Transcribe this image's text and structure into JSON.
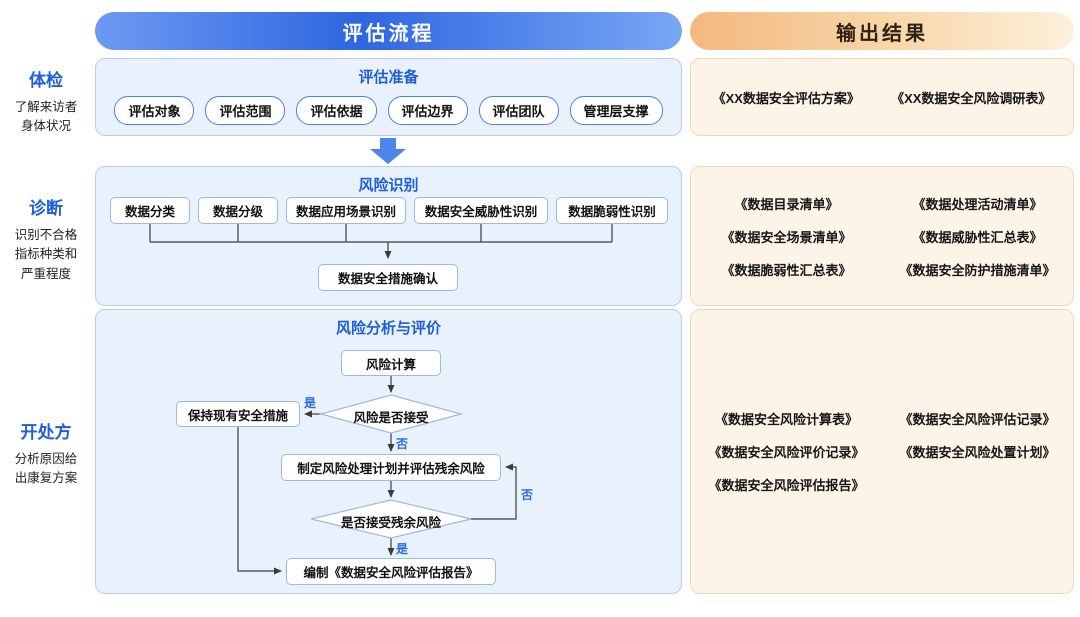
{
  "colors": {
    "accent_blue": "#2e66e0",
    "accent_orange": "#f3b87e",
    "section_blue_bg": "#e9f1fc",
    "section_orange_bg": "#fdf4e8"
  },
  "headers": {
    "process": "评估流程",
    "output": "输出结果"
  },
  "sidebar": {
    "items": [
      {
        "title": "体检",
        "lines": [
          "了解来访者",
          "身体状况"
        ]
      },
      {
        "title": "诊断",
        "lines": [
          "识别不合格",
          "指标种类和",
          "严重程度"
        ]
      },
      {
        "title": "开处方",
        "lines": [
          "分析原因给",
          "出康复方案"
        ]
      }
    ]
  },
  "process": {
    "prepare": {
      "title": "评估准备",
      "pills": [
        "评估对象",
        "评估范围",
        "评估依据",
        "评估边界",
        "评估团队",
        "管理层支撑"
      ]
    },
    "identify": {
      "title": "风险识别",
      "boxes": [
        "数据分类",
        "数据分级",
        "数据应用场景识别",
        "数据安全威胁性识别",
        "数据脆弱性识别"
      ],
      "confirm": "数据安全措施确认"
    },
    "analysis": {
      "title": "风险分析与评价",
      "calc": "风险计算",
      "decision1": "风险是否接受",
      "keep": "保持现有安全措施",
      "plan": "制定风险处理计划并评估残余风险",
      "decision2": "是否接受残余风险",
      "report": "编制《数据安全风险评估报告》",
      "yes": "是",
      "no": "否"
    }
  },
  "outputs": {
    "prepare": [
      "《XX数据安全评估方案》",
      "《XX数据安全风险调研表》"
    ],
    "identify": [
      "《数据目录清单》",
      "《数据处理活动清单》",
      "《数据安全场景清单》",
      "《数据威胁性汇总表》",
      "《数据脆弱性汇总表》",
      "《数据安全防护措施清单》"
    ],
    "analysis": [
      "《数据安全风险计算表》",
      "《数据安全风险评估记录》",
      "《数据安全风险评价记录》",
      "《数据安全风险处置计划》",
      "《数据安全风险评估报告》"
    ]
  }
}
